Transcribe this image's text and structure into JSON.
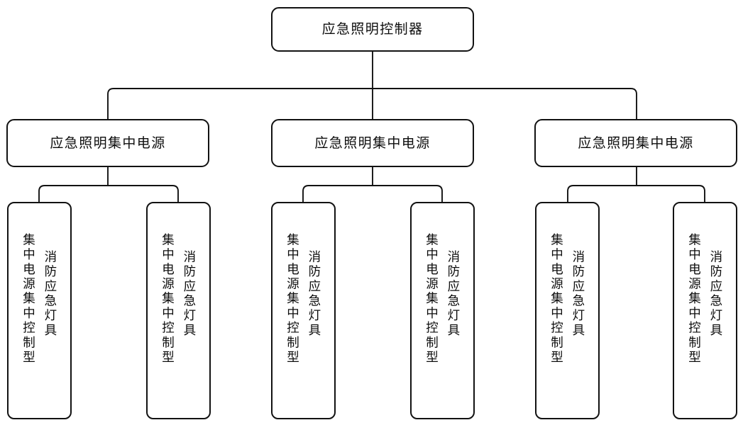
{
  "diagram": {
    "type": "tree",
    "title_text": "应急照明控制器",
    "levels": 3,
    "colors": {
      "stroke": "#121212",
      "fill": "#ffffff",
      "text": "#0d0d0d"
    },
    "root": {
      "label": "应急照明控制器"
    },
    "level2": [
      {
        "label": "应急照明集中电源"
      },
      {
        "label": "应急照明集中电源"
      },
      {
        "label": "应急照明集中电源"
      }
    ],
    "level3": [
      {
        "line1": "消防应急灯具",
        "line2": "集中电源集中控制型"
      },
      {
        "line1": "消防应急灯具",
        "line2": "集中电源集中控制型"
      },
      {
        "line1": "消防应急灯具",
        "line2": "集中电源集中控制型"
      },
      {
        "line1": "消防应急灯具",
        "line2": "集中电源集中控制型"
      },
      {
        "line1": "消防应急灯具",
        "line2": "集中电源集中控制型"
      },
      {
        "line1": "消防应急灯具",
        "line2": "集中电源集中控制型"
      }
    ]
  }
}
